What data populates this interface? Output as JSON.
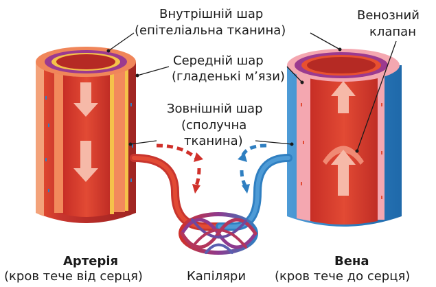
{
  "labels": {
    "inner_layer": "Внутрішній шар",
    "inner_layer_desc": "(епітеліальна тканина)",
    "venous_valve_1": "Венозний",
    "venous_valve_2": "клапан",
    "middle_layer": "Середній шар",
    "middle_layer_desc": "(гладенькі м’язи)",
    "outer_layer": "Зовнішній шар",
    "outer_layer_desc_1": "(сполучна",
    "outer_layer_desc_2": "тканина)",
    "artery": "Артерія",
    "artery_desc": "(кров тече від серця)",
    "capillaries": "Капіляри",
    "vein": "Вена",
    "vein_desc": "(кров тече до серця)"
  },
  "colors": {
    "artery_outer": "#c8352e",
    "artery_light": "#f08a5d",
    "vein_outer": "#2f7fc1",
    "vein_inner": "#e85a3f",
    "middle_muscle": "#9b3a8f",
    "inner_lumen": "#d8362b",
    "arrow_fill": "#f6b9a8"
  }
}
